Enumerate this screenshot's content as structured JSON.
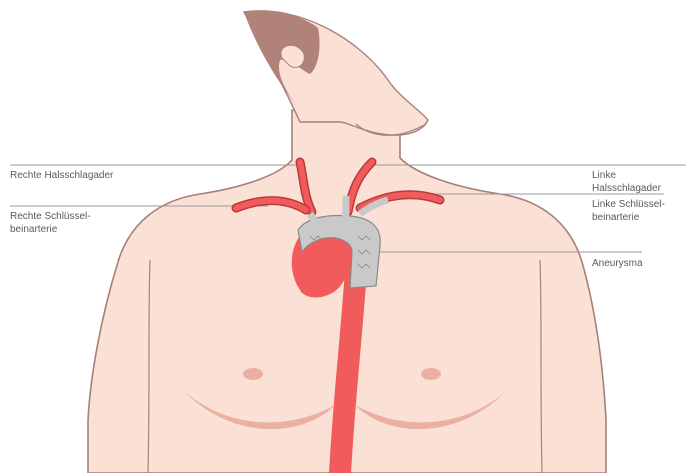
{
  "labels": {
    "right_carotid": "Rechte Halsschlagader",
    "right_subclavian": "Rechte Schlüssel-\nbeinarterie",
    "left_carotid": "Linke Halsschlagader",
    "left_subclavian": "Linke Schlüssel-\nbeinarterie",
    "aneurysm": "Aneurysma"
  },
  "colors": {
    "skin": "#fbe0d5",
    "skin_outline": "#a7807a",
    "skin_shadow": "#eab1a3",
    "hair": "#b0827a",
    "artery": "#f25b5b",
    "artery_outline": "#b83a3a",
    "stent": "#c9c9c9",
    "leader_line": "#9a9a9a"
  }
}
